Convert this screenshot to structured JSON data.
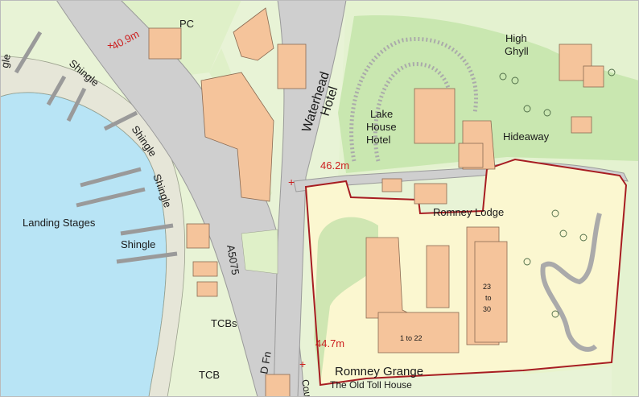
{
  "map": {
    "labels": {
      "pc": "PC",
      "high": "High",
      "ghyll": "Ghyll",
      "waterhead": "Waterhead",
      "hotel": "Hotel",
      "lake": "Lake",
      "house": "House",
      "hotel2": "Hotel",
      "hideaway": "Hideaway",
      "shingle_arc": "gle",
      "shingle1": "Shingle",
      "shingle2": "Shingle",
      "shingle3": "Shingle",
      "shingle4": "Shingle",
      "landing": "Landing Stages",
      "road": "A5075",
      "romney_lodge": "Romney Lodge",
      "block1": "1 to 22",
      "block2_a": "23",
      "block2_b": "to",
      "block2_c": "30",
      "tcbs": "TCBs",
      "tcb": "TCB",
      "dfn": "D Fn",
      "cou": "Cou",
      "romney_grange": "Romney Grange",
      "old_toll": "The Old Toll House"
    },
    "levels": {
      "l1": "40.9m",
      "l2": "46.2m",
      "l3": "44.7m"
    },
    "colors": {
      "water": "#b8e4f5",
      "road": "#cfcfcf",
      "roadEdge": "#9a9a9a",
      "grass": "#dff0c8",
      "wood": "#c9e7b0",
      "building": "#f5c49b",
      "buildingEdge": "#8a6a52",
      "site": "#fbf7d0",
      "boundary": "#a71d22",
      "level": "#cc1f1f"
    }
  }
}
